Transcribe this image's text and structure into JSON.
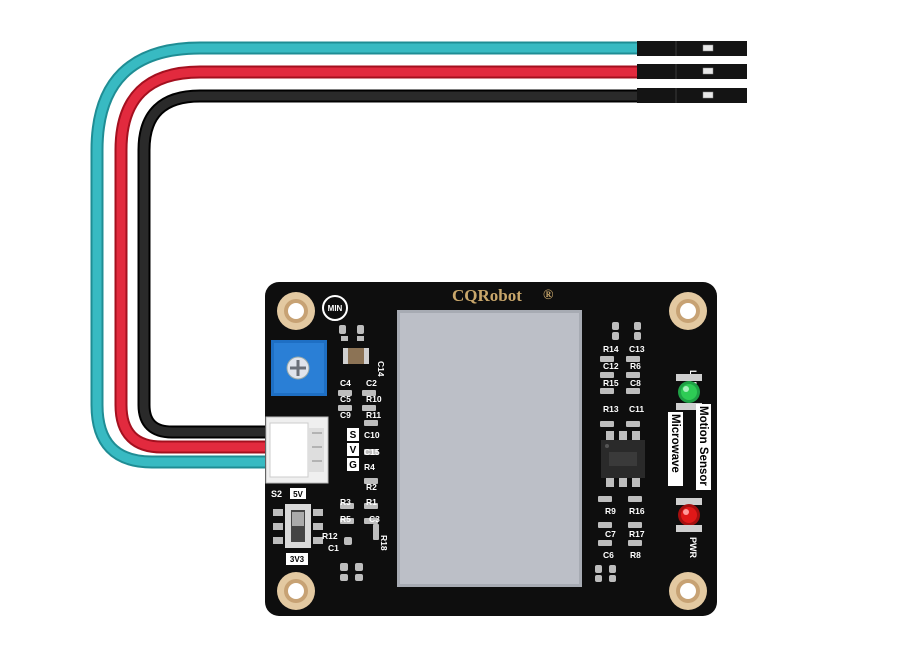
{
  "product": {
    "brand": "CQRobot",
    "brand_mark": "®",
    "module_label_line1": "Motion Sensor",
    "module_label_line2": "Microwave"
  },
  "board_labels": {
    "min": "MIN",
    "led": "LED",
    "pwr": "PWR",
    "pin_s": "S",
    "pin_v": "V",
    "pin_g": "G",
    "switch": "S2",
    "voltage_5v": "5V",
    "voltage_3v3": "3V3"
  },
  "components": {
    "left_top": [
      "C14",
      "C4",
      "C2",
      "C5",
      "R10",
      "C9",
      "R11",
      "C10",
      "C15",
      "R4",
      "R2"
    ],
    "left_bottom": [
      "R3",
      "R1",
      "R5",
      "C3",
      "R12",
      "R18",
      "C1"
    ],
    "right_top": [
      "R14",
      "C13",
      "C12",
      "R6",
      "R15",
      "C8",
      "R13",
      "C11"
    ],
    "right_bottom": [
      "R9",
      "R16",
      "C7",
      "R17",
      "C6",
      "R8"
    ]
  },
  "cable": {
    "colors": {
      "signal": "#35b5bd",
      "power": "#e0243a",
      "ground": "#1e1e1e"
    }
  },
  "board": {
    "colors": {
      "pcb": "#111111",
      "shield": "#b9bcc4",
      "led_green": "#2ecc55",
      "led_red": "#e01818"
    }
  }
}
